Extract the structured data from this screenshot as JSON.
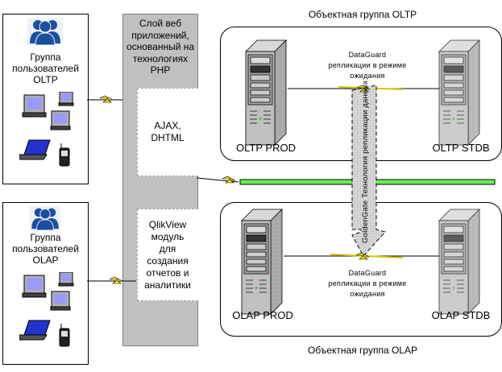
{
  "user_groups": [
    {
      "id": "oltp",
      "title_lines": [
        "Группа",
        "пользователей",
        "OLTP"
      ],
      "icon": "users-icon",
      "devices": [
        "desktop-computer-icon",
        "small-computer-icon",
        "desktop-computer-icon",
        "laptop-icon",
        "mobile-phone-icon"
      ]
    },
    {
      "id": "olap",
      "title_lines": [
        "Группа",
        "пользователей",
        "OLAP"
      ],
      "icon": "users-icon",
      "devices": [
        "desktop-computer-icon",
        "small-computer-icon",
        "desktop-computer-icon",
        "laptop-icon",
        "mobile-phone-icon"
      ]
    }
  ],
  "web_layer": {
    "title_lines": [
      "Слой веб",
      "приложений,",
      "основанный на",
      "технологиях",
      "PHP"
    ],
    "modules": [
      {
        "id": "ajax",
        "lines": [
          "AJAX,",
          "DHTML"
        ]
      },
      {
        "id": "qlikview",
        "lines": [
          "QlikView",
          "модуль",
          "для",
          "создания",
          "отчетов и",
          "аналитики"
        ]
      }
    ]
  },
  "object_groups": [
    {
      "id": "oltp",
      "label": "Объектная группа OLTP",
      "prod": "OLTP PROD",
      "stdb": "OLTP STDB",
      "replication_lines": [
        "DataGuard",
        "репликации в режиме",
        "ожидания"
      ]
    },
    {
      "id": "olap",
      "label": "Объектная группа OLAP",
      "prod": "OLAP PROD",
      "stdb": "OLAP STDB",
      "replication_lines": [
        "DataGuard",
        "репликации в режиме",
        "ожидания"
      ]
    }
  ],
  "goldengate_arrow": {
    "label": "GoldenGate Технология репликации данных"
  },
  "colors": {
    "web_layer_bg": "#c0c0c0",
    "bus_green": "#66ee55",
    "lightning_yellow": "#ffee00",
    "users_blue": "#1a4fa0",
    "screen_blue": "#9999ff",
    "arrow_gray": "#c8c8c8"
  }
}
